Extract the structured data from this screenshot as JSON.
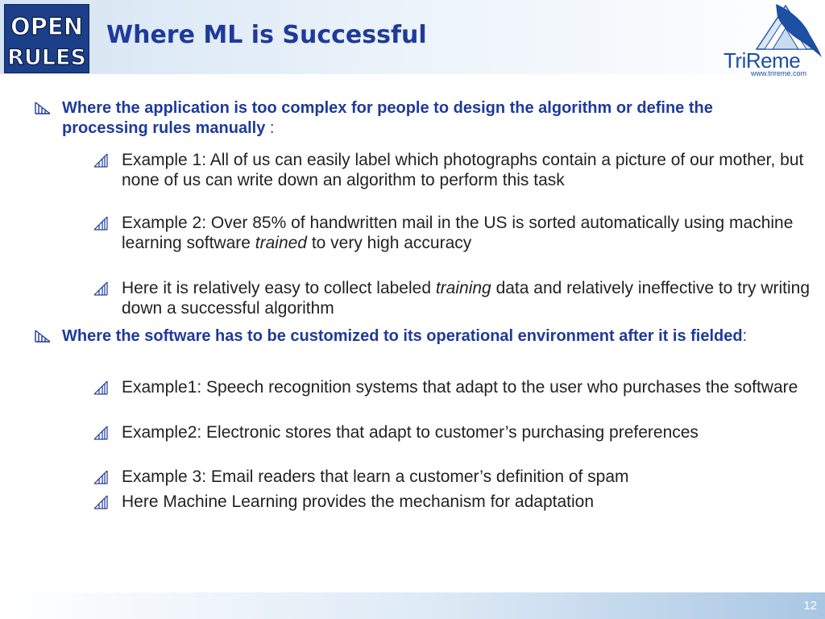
{
  "header": {
    "title": "Where ML is Successful",
    "openrules_logo_text": [
      "OPEN",
      "RULES"
    ],
    "trireme_name": "TriReme",
    "trireme_url": "www.trireme.com"
  },
  "bullets": [
    {
      "text": "Where the application is too complex for people to design the algorithm or define the processing rules manually",
      "tail": " :",
      "sub": [
        {
          "parts": [
            "Example 1: All of us can easily label which photographs contain a picture of our mother, but none of us can write down an algorithm to perform this task"
          ]
        },
        {
          "parts": [
            "Example 2:  Over 85% of handwritten mail in the US is sorted automatically using machine learning software ",
            "trained",
            " to very high accuracy"
          ]
        },
        {
          "parts": [
            "Here it is relatively easy to collect labeled ",
            "training",
            " data and relatively ineffective to try writing down a successful algorithm"
          ]
        }
      ]
    },
    {
      "text": "Where the software has to be customized to its operational environment after it is fielded",
      "tail": ":",
      "sub": [
        {
          "parts": [
            "Example1: Speech recognition systems that adapt to the user who purchases the software"
          ]
        },
        {
          "parts": [
            "Example2: Electronic stores that adapt to customer’s purchasing preferences"
          ]
        },
        {
          "parts": [
            "Example 3: Email readers that learn a customer’s definition of spam"
          ]
        },
        {
          "parts": [
            "Here Machine Learning provides the mechanism for adaptation"
          ]
        }
      ]
    }
  ],
  "footer": {
    "page_number": "12"
  },
  "icons": {
    "level1": "hatched-triangle-down-icon",
    "level2": "hatched-triangle-up-icon"
  },
  "colors": {
    "title": "#1f3a9a",
    "level1_text": "#1f3a9a",
    "level2_text": "#222222",
    "bullet_icon": "#1f3a9a",
    "logo_background": "#1b3f88",
    "trireme_brand": "#1d4fa2"
  }
}
